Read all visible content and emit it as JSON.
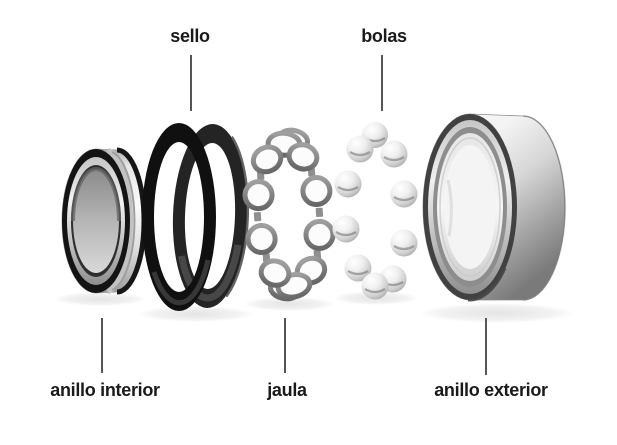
{
  "diagram": {
    "parts": [
      {
        "id": "inner-ring",
        "label": "anillo interior",
        "label_position": "bottom"
      },
      {
        "id": "seal",
        "label": "sello",
        "label_position": "top",
        "ring_count": 2
      },
      {
        "id": "cage",
        "label": "jaula",
        "label_position": "bottom"
      },
      {
        "id": "balls",
        "label": "bolas",
        "label_position": "top",
        "count": 10
      },
      {
        "id": "outer-ring",
        "label": "anillo exterior",
        "label_position": "bottom"
      }
    ],
    "colors": {
      "background": "#ffffff",
      "label_text": "#1a1a1a",
      "leader_line": "#555555",
      "seal_rubber": "#141414",
      "metal_highlight": "#f8f8f8",
      "metal_mid": "#c0c0c0",
      "metal_shadow": "#6f6f6f"
    }
  }
}
